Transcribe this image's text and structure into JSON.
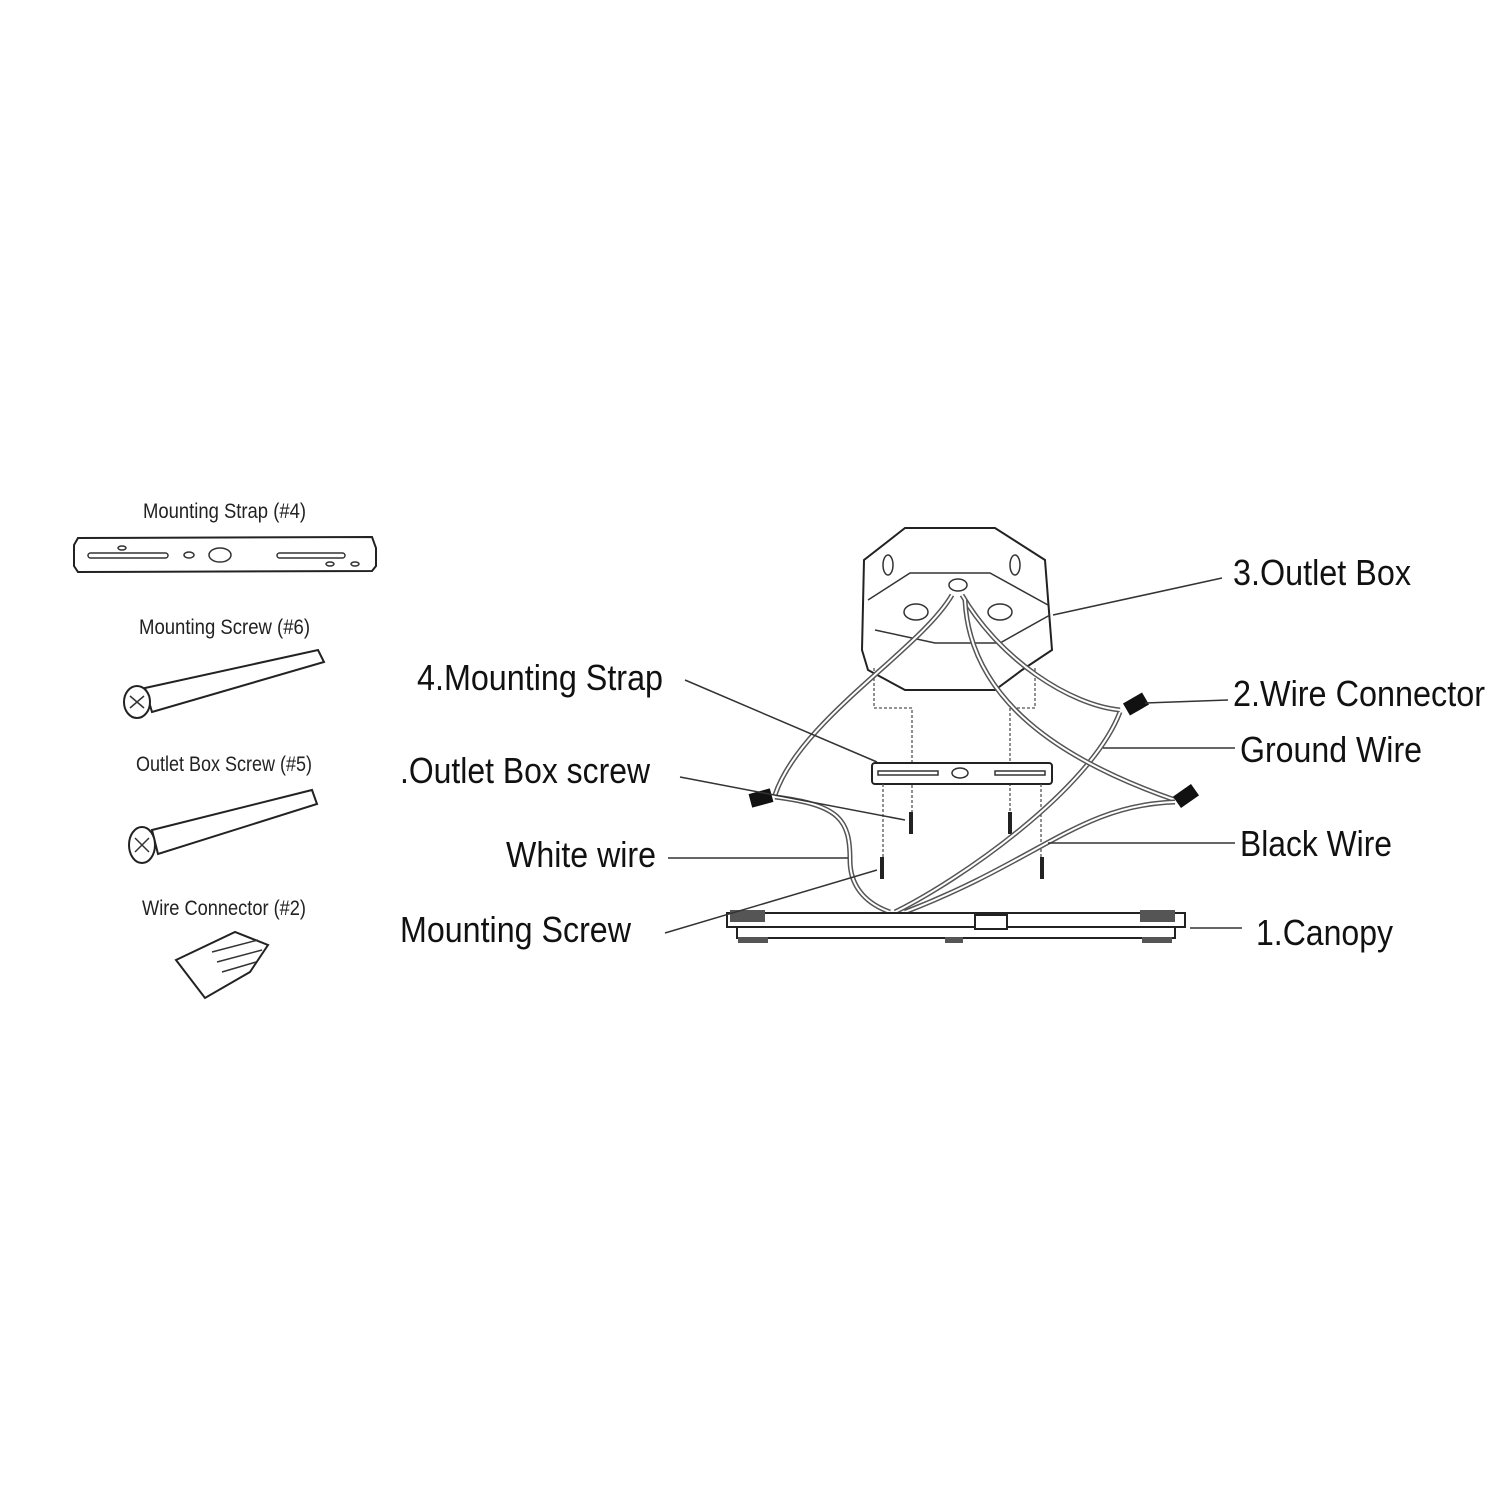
{
  "parts": {
    "mounting_strap": "Mounting Strap (#4)",
    "mounting_screw": "Mounting Screw (#6)",
    "outlet_box_screw": "Outlet Box Screw (#5)",
    "wire_connector": "Wire Connector (#2)"
  },
  "callouts": {
    "outlet_box": "3.Outlet Box",
    "mounting_strap": "4.Mounting Strap",
    "outlet_box_screw": ".Outlet Box screw",
    "wire_connector": "2.Wire Connector",
    "ground_wire": "Ground Wire",
    "white_wire": "White wire",
    "black_wire": "Black Wire",
    "mounting_screw": "Mounting Screw",
    "canopy": "1.Canopy"
  }
}
